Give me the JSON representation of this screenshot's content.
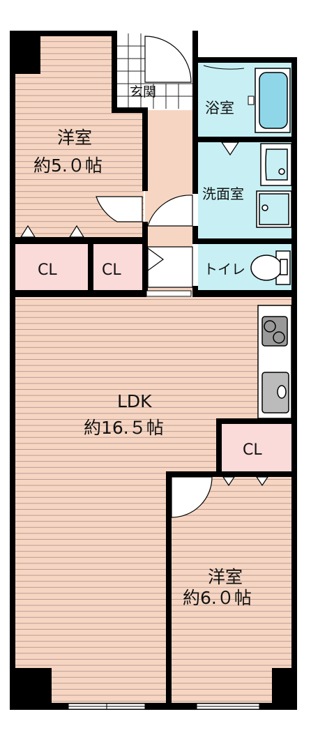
{
  "rooms": {
    "west_bedroom": {
      "name": "洋室",
      "size": "約5.０帖"
    },
    "entrance": {
      "name": "玄関"
    },
    "bath": {
      "name": "浴室"
    },
    "washroom": {
      "name": "洗面室"
    },
    "toilet": {
      "name": "トイレ"
    },
    "closet_1": {
      "name": "CL"
    },
    "closet_2": {
      "name": "CL"
    },
    "ldk": {
      "name": "LDK",
      "size": "約16.５帖"
    },
    "closet_3": {
      "name": "CL"
    },
    "south_bedroom": {
      "name": "洋室",
      "size": "約6.０帖"
    }
  },
  "colors": {
    "wood_floor": "#f6d6c2",
    "floor_lines": "#b0908a",
    "wet_area": "#c8f0f4",
    "closet": "#fbdada",
    "wall": "#000000"
  }
}
